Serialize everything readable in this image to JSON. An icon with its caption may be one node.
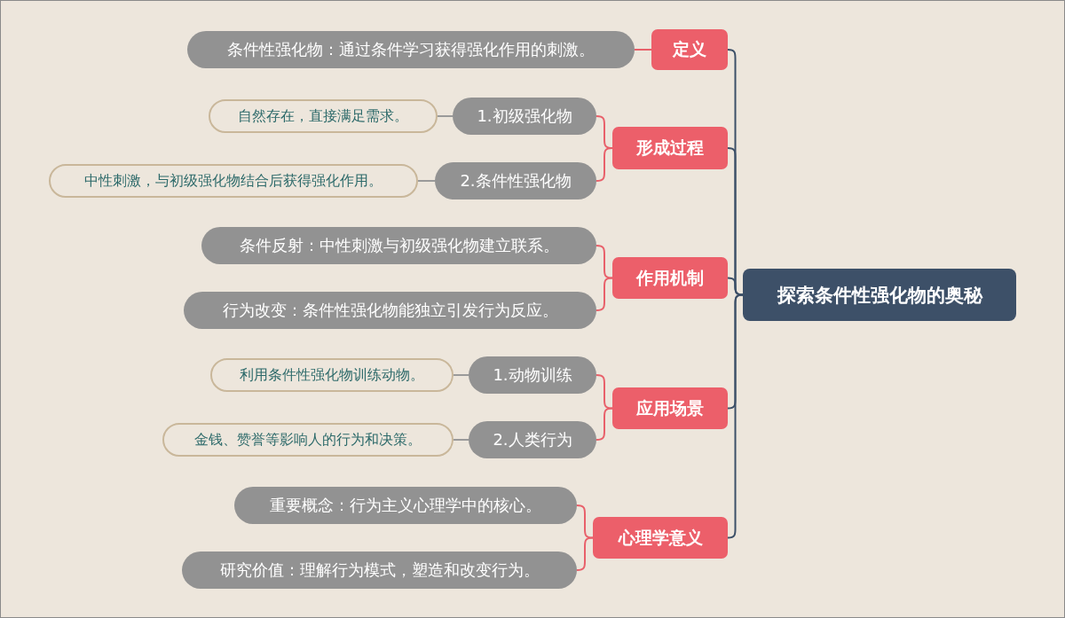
{
  "diagram": {
    "nodes": [
      {
        "text": [
          "探索条件性强化物的奥秘"
        ]
      },
      {
        "text": [
          "定义"
        ]
      },
      {
        "text": [
          "条件性强化物：通过条件学习获得强化作用的刺激。"
        ]
      },
      {
        "text": [
          "形成过程"
        ]
      },
      {
        "text": [
          "1.初级强化物"
        ]
      },
      {
        "text": [
          "自然存在，直接满足需求。"
        ]
      },
      {
        "text": [
          "2.条件性强化物"
        ]
      },
      {
        "text": [
          "中性刺激，与初级强化物结合后获得强化作用。"
        ]
      },
      {
        "text": [
          "作用机制"
        ]
      },
      {
        "text": [
          "条件反射：中性刺激与初级强化物建立联系。"
        ]
      },
      {
        "text": [
          "行为改变：条件性强化物能独立引发行为反应。"
        ]
      },
      {
        "text": [
          "应用场景"
        ]
      },
      {
        "text": [
          "1.动物训练"
        ]
      },
      {
        "text": [
          "利用条件性强化物训练动物。"
        ]
      },
      {
        "text": [
          "2.人类行为"
        ]
      },
      {
        "text": [
          "金钱、赞誉等影响人的行为和决策。"
        ]
      },
      {
        "text": [
          "心理学意义"
        ]
      },
      {
        "text": [
          "重要概念：行为主义心理学中的核心。"
        ]
      },
      {
        "text": [
          "研究价值：理解行为模式，塑造和改变行为。"
        ]
      }
    ],
    "edges": [
      {
        "from": 0,
        "to": 1,
        "arrow": "none",
        "color": "#3d5068"
      },
      {
        "from": 0,
        "to": 3,
        "arrow": "none",
        "color": "#3d5068"
      },
      {
        "from": 0,
        "to": 8,
        "arrow": "none",
        "color": "#3d5068"
      },
      {
        "from": 0,
        "to": 11,
        "arrow": "none",
        "color": "#3d5068"
      },
      {
        "from": 0,
        "to": 16,
        "arrow": "none",
        "color": "#3d5068"
      },
      {
        "from": 1,
        "to": 2,
        "arrow": "none"
      },
      {
        "from": 3,
        "to": 4,
        "arrow": "none"
      },
      {
        "from": 3,
        "to": 6,
        "arrow": "none"
      },
      {
        "from": 4,
        "to": 5,
        "arrow": "none",
        "color": "#9a9a9a"
      },
      {
        "from": 6,
        "to": 7,
        "arrow": "none",
        "color": "#9a9a9a"
      },
      {
        "from": 8,
        "to": 9,
        "arrow": "none"
      },
      {
        "from": 8,
        "to": 10,
        "arrow": "none"
      },
      {
        "from": 11,
        "to": 12,
        "arrow": "none"
      },
      {
        "from": 11,
        "to": 14,
        "arrow": "none"
      },
      {
        "from": 12,
        "to": 13,
        "arrow": "none",
        "color": "#9a9a9a"
      },
      {
        "from": 14,
        "to": 15,
        "arrow": "none",
        "color": "#9a9a9a"
      },
      {
        "from": 16,
        "to": 17,
        "arrow": "none"
      },
      {
        "from": 16,
        "to": 18,
        "arrow": "none"
      }
    ]
  }
}
